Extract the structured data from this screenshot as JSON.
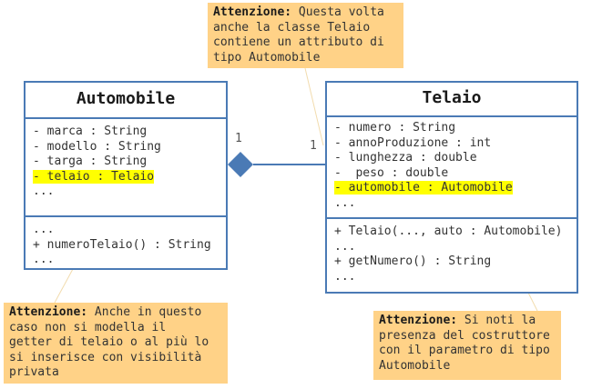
{
  "notes": {
    "top": {
      "label": "Attenzione:",
      "lines": [
        "Questa volta",
        "anche la classe Telaio",
        "contiene un attributo di",
        "tipo Automobile"
      ]
    },
    "bottom_left": {
      "label": "Attenzione:",
      "lines": [
        "Anche in questo",
        "caso non si modella il",
        "getter di telaio o al più lo",
        "si inserisce con visibilità",
        "privata"
      ]
    },
    "bottom_right": {
      "label": "Attenzione:",
      "lines": [
        "Si noti la",
        "presenza del costruttore",
        "con il parametro di tipo",
        "Automobile"
      ]
    }
  },
  "automobile": {
    "name": "Automobile",
    "attributes": [
      "- marca : String",
      "- modello : String",
      "- targa : String",
      "- telaio : Telaio",
      "..."
    ],
    "methods": [
      "...",
      "+ numeroTelaio() : String",
      "..."
    ]
  },
  "telaio": {
    "name": "Telaio",
    "attributes": [
      "- numero : String",
      "- annoProduzione : int",
      "- lunghezza : double",
      "-  peso : double",
      "- automobile : Automobile",
      "..."
    ],
    "methods": [
      "+ Telaio(..., auto : Automobile)",
      "...",
      "+ getNumero() : String",
      "..."
    ]
  },
  "association": {
    "mult_left": "1",
    "mult_right": "1"
  },
  "colors": {
    "border": "#4a7ab5",
    "note": "#ffd287",
    "highlight": "#ffff00"
  }
}
